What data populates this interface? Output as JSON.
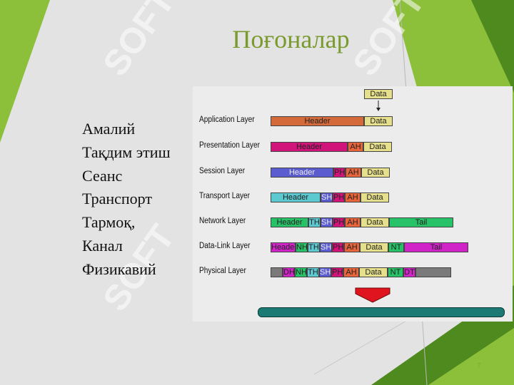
{
  "slide": {
    "title": "Поғоналар",
    "items": [
      "Амалий",
      "Тақдим этиш",
      "Сеанс",
      "Транспорт",
      "Тармоқ,",
      "Канал",
      "Физикавий"
    ],
    "page_number": "7"
  },
  "diagram": {
    "top_data_label": "Data",
    "layers": [
      {
        "label": "Application Layer",
        "segments": [
          {
            "text": "Header",
            "color": "#d46a3a",
            "text_color": "#222"
          },
          {
            "text": "Data",
            "color": "#e6e08c",
            "text_color": "#222"
          }
        ]
      },
      {
        "label": "Presentation Layer",
        "segments": [
          {
            "text": "Header",
            "color": "#d0147a",
            "text_color": "#222"
          },
          {
            "text": "AH",
            "color": "#e8643a",
            "text_color": "#222"
          },
          {
            "text": "Data",
            "color": "#e6e08c",
            "text_color": "#222"
          }
        ]
      },
      {
        "label": "Session Layer",
        "segments": [
          {
            "text": "Header",
            "color": "#5a5ccf",
            "text_color": "#eee"
          },
          {
            "text": "PH",
            "color": "#d0147a",
            "text_color": "#222"
          },
          {
            "text": "AH",
            "color": "#e8643a",
            "text_color": "#222"
          },
          {
            "text": "Data",
            "color": "#e6e08c",
            "text_color": "#222"
          }
        ]
      },
      {
        "label": "Transport Layer",
        "segments": [
          {
            "text": "Header",
            "color": "#5cc8d0",
            "text_color": "#222"
          },
          {
            "text": "SH",
            "color": "#5a5ccf",
            "text_color": "#eee"
          },
          {
            "text": "PH",
            "color": "#d0147a",
            "text_color": "#222"
          },
          {
            "text": "AH",
            "color": "#e8643a",
            "text_color": "#222"
          },
          {
            "text": "Data",
            "color": "#e6e08c",
            "text_color": "#222"
          }
        ]
      },
      {
        "label": "Network Layer",
        "segments": [
          {
            "text": "Header",
            "color": "#27c268",
            "text_color": "#222"
          },
          {
            "text": "TH",
            "color": "#5cc8d0",
            "text_color": "#222"
          },
          {
            "text": "SH",
            "color": "#5a5ccf",
            "text_color": "#eee"
          },
          {
            "text": "PH",
            "color": "#d0147a",
            "text_color": "#222"
          },
          {
            "text": "AH",
            "color": "#e8643a",
            "text_color": "#222"
          },
          {
            "text": "Data",
            "color": "#e6e08c",
            "text_color": "#222"
          },
          {
            "text": "Tail",
            "color": "#27c268",
            "text_color": "#222"
          }
        ]
      },
      {
        "label": "Data-Link Layer",
        "segments": [
          {
            "text": "Header",
            "color": "#d024c8",
            "text_color": "#222"
          },
          {
            "text": "NH",
            "color": "#27c268",
            "text_color": "#222"
          },
          {
            "text": "TH",
            "color": "#5cc8d0",
            "text_color": "#222"
          },
          {
            "text": "SH",
            "color": "#5a5ccf",
            "text_color": "#eee"
          },
          {
            "text": "PH",
            "color": "#d0147a",
            "text_color": "#222"
          },
          {
            "text": "AH",
            "color": "#e8643a",
            "text_color": "#222"
          },
          {
            "text": "Data",
            "color": "#e6e08c",
            "text_color": "#222"
          },
          {
            "text": "NT",
            "color": "#27c268",
            "text_color": "#222"
          },
          {
            "text": "Tail",
            "color": "#d024c8",
            "text_color": "#222"
          }
        ]
      },
      {
        "label": "Physical Layer",
        "segments": [
          {
            "text": "",
            "color": "#7a7a7a",
            "text_color": "#222"
          },
          {
            "text": "DH",
            "color": "#d024c8",
            "text_color": "#222"
          },
          {
            "text": "NH",
            "color": "#27c268",
            "text_color": "#222"
          },
          {
            "text": "TH",
            "color": "#5cc8d0",
            "text_color": "#222"
          },
          {
            "text": "SH",
            "color": "#5a5ccf",
            "text_color": "#eee"
          },
          {
            "text": "PH",
            "color": "#d0147a",
            "text_color": "#222"
          },
          {
            "text": "AH",
            "color": "#e8643a",
            "text_color": "#222"
          },
          {
            "text": "Data",
            "color": "#e6e08c",
            "text_color": "#222"
          },
          {
            "text": "NT",
            "color": "#27c268",
            "text_color": "#222"
          },
          {
            "text": "DT",
            "color": "#d024c8",
            "text_color": "#222"
          },
          {
            "text": "",
            "color": "#7a7a7a",
            "text_color": "#222"
          }
        ]
      }
    ],
    "arrow_color": "#e0141e",
    "cable_color": "#1b7a74"
  },
  "colors": {
    "accent_green": "#7a9a2e",
    "dark_green": "#4e8a1e",
    "light_green": "#8cbf3a"
  }
}
